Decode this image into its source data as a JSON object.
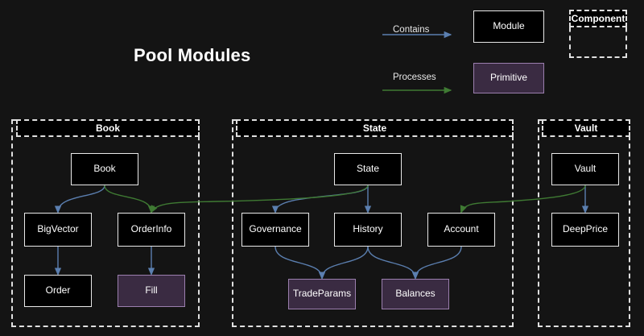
{
  "title": "Pool Modules",
  "colors": {
    "background": "#141414",
    "module_fill": "#000000",
    "module_border": "#e9e9e9",
    "primitive_fill": "#3a2b42",
    "primitive_border": "#9b7fae",
    "container_border": "#e0e0e0",
    "contains_edge": "#5b7fb0",
    "processes_edge": "#3f7a33",
    "text": "#ffffff"
  },
  "legend": {
    "contains_label": "Contains",
    "processes_label": "Processes",
    "module_label": "Module",
    "primitive_label": "Primitive",
    "component_label": "Component"
  },
  "containers": [
    {
      "id": "book",
      "label": "Book"
    },
    {
      "id": "state",
      "label": "State"
    },
    {
      "id": "vault",
      "label": "Vault"
    }
  ],
  "nodes": [
    {
      "id": "book_mod",
      "label": "Book",
      "kind": "module",
      "container": "book"
    },
    {
      "id": "bigvector",
      "label": "BigVector",
      "kind": "module",
      "container": "book"
    },
    {
      "id": "orderinfo",
      "label": "OrderInfo",
      "kind": "module",
      "container": "book"
    },
    {
      "id": "order",
      "label": "Order",
      "kind": "module",
      "container": "book"
    },
    {
      "id": "fill",
      "label": "Fill",
      "kind": "primitive",
      "container": "book"
    },
    {
      "id": "state_mod",
      "label": "State",
      "kind": "module",
      "container": "state"
    },
    {
      "id": "governance",
      "label": "Governance",
      "kind": "module",
      "container": "state"
    },
    {
      "id": "history",
      "label": "History",
      "kind": "module",
      "container": "state"
    },
    {
      "id": "account",
      "label": "Account",
      "kind": "module",
      "container": "state"
    },
    {
      "id": "tradeparams",
      "label": "TradeParams",
      "kind": "primitive",
      "container": "state"
    },
    {
      "id": "balances",
      "label": "Balances",
      "kind": "primitive",
      "container": "state"
    },
    {
      "id": "vault_mod",
      "label": "Vault",
      "kind": "module",
      "container": "vault"
    },
    {
      "id": "deepprice",
      "label": "DeepPrice",
      "kind": "module",
      "container": "vault"
    }
  ],
  "edges": [
    {
      "from": "book_mod",
      "to": "bigvector",
      "type": "contains"
    },
    {
      "from": "bigvector",
      "to": "order",
      "type": "contains"
    },
    {
      "from": "orderinfo",
      "to": "fill",
      "type": "contains"
    },
    {
      "from": "state_mod",
      "to": "governance",
      "type": "contains"
    },
    {
      "from": "state_mod",
      "to": "history",
      "type": "contains"
    },
    {
      "from": "governance",
      "to": "tradeparams",
      "type": "contains"
    },
    {
      "from": "history",
      "to": "tradeparams",
      "type": "contains"
    },
    {
      "from": "history",
      "to": "balances",
      "type": "contains"
    },
    {
      "from": "account",
      "to": "balances",
      "type": "contains"
    },
    {
      "from": "vault_mod",
      "to": "deepprice",
      "type": "contains"
    },
    {
      "from": "book_mod",
      "to": "orderinfo",
      "type": "processes"
    },
    {
      "from": "state_mod",
      "to": "orderinfo",
      "type": "processes"
    },
    {
      "from": "vault_mod",
      "to": "account",
      "type": "processes"
    }
  ]
}
